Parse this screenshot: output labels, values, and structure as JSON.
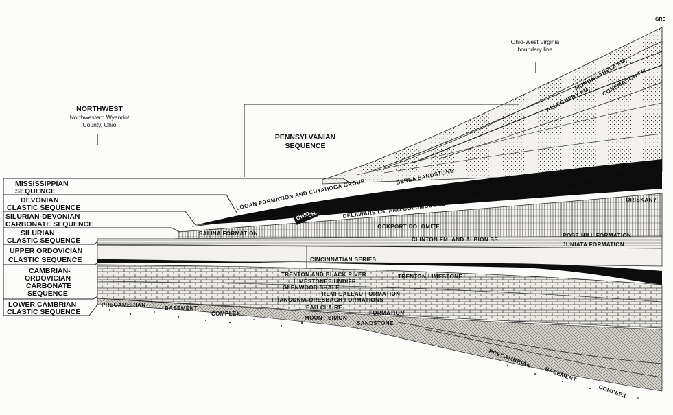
{
  "header": {
    "northwest_title": "NORTHWEST",
    "northwest_sub1": "Northwestern Wyandot",
    "northwest_sub2": "County, Ohio",
    "boundary1": "Ohio-West Virginia",
    "boundary2": "boundary line",
    "penn1": "PENNSYLVANIAN",
    "penn2": "SEQUENCE",
    "corner_cut": "GRE"
  },
  "sequences": [
    {
      "line1": "MISSISSIPPIAN",
      "line2": "SEQUENCE"
    },
    {
      "line1": "DEVONIAN",
      "line2": "CLASTIC SEQUENCE"
    },
    {
      "line1": "SILURIAN-DEVONIAN",
      "line2": "CARBONATE SEQUENCE"
    },
    {
      "line1": "SILURIAN",
      "line2": "CLASTIC SEQUENCE"
    },
    {
      "line1": "UPPER ORDOVICIAN",
      "line2": "CLASTIC SEQUENCE"
    },
    {
      "line1": "CAMBRIAN-",
      "line2": "ORDOVICIAN",
      "line3": "CARBONATE",
      "line4": "SEQUENCE"
    },
    {
      "line1": "LOWER CAMBRIAN",
      "line2": "CLASTIC SEQUENCE"
    }
  ],
  "formations": {
    "monongahela": "MONONGAHELA FM.",
    "conemaugh": "CONEMAUGH FM.",
    "allegheny": "ALLEGHENY FM.",
    "berea": "BEREA SANDSTONE",
    "logan": "LOGAN FORMATION AND CUYAHOGA GROUP",
    "huntersville1": "HUNTERSVILLE CHERT",
    "huntersville2": "OF PRICE(1929)",
    "oriskany": "ORISKANY",
    "ohio1": "OHIO",
    "ohio2": "SH.",
    "delaware": "DELAWARE LS. AND COLUMBUS LS.",
    "lockport": "LOCKPORT DOLOMITE",
    "salina": "SALINA FORMATION",
    "clinton": "CLINTON FM. AND ALBION SS.",
    "rose_hill": "ROSE HILL FORMATION",
    "juniata": "JUNIATA FORMATION",
    "cincinnatian": "CINCINNATIAN SERIES",
    "trenton_black1": "TRENTON AND BLACK RIVER",
    "trenton_black2": "LIMESTONES UNDIFF",
    "trenton_ls": "TRENTON LIMESTONE",
    "glenwood": "GLENWOOD SHALE",
    "trempealeau": "TREMPEALEAU FORMATION",
    "franconia": "FRANCONIA-DRESBACH FORMATIONS",
    "eau_claire": "EAU CLAIRE",
    "eau_claire_fm": "FORMATION",
    "mount_simon": "MOUNT SIMON",
    "sandstone": "SANDSTONE",
    "pc_basement_west1": "PRECAMBRIAN",
    "pc_basement_west2": "BASEMENT",
    "pc_basement_west3": "COMPLEX",
    "pc_basement_east1": "PRECAMBRIAN",
    "pc_basement_east2": "BASEMENT",
    "pc_basement_east3": "COMPLEX"
  }
}
